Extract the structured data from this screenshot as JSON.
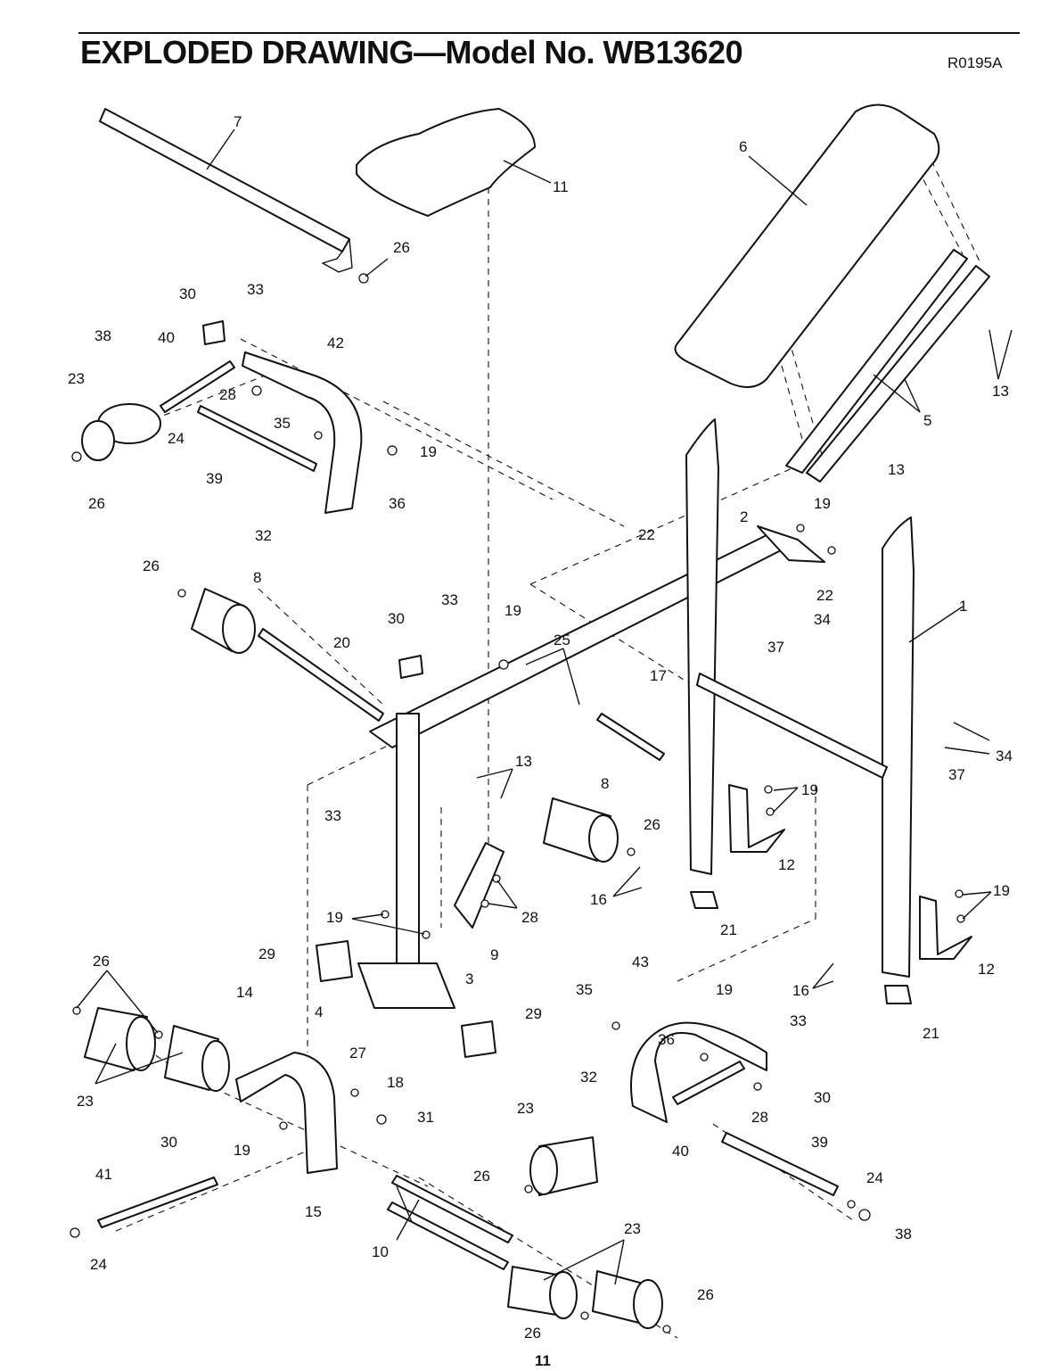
{
  "header": {
    "title": "EXPLODED DRAWING—Model No. WB13620",
    "drawing_code": "R0195A"
  },
  "footer": {
    "page_number": "11"
  },
  "callouts": [
    {
      "id": "c7",
      "text": "7"
    },
    {
      "id": "c11",
      "text": "11"
    },
    {
      "id": "c6",
      "text": "6"
    },
    {
      "id": "c26a",
      "text": "26"
    },
    {
      "id": "c30a",
      "text": "30"
    },
    {
      "id": "c33a",
      "text": "33"
    },
    {
      "id": "c38a",
      "text": "38"
    },
    {
      "id": "c40a",
      "text": "40"
    },
    {
      "id": "c42",
      "text": "42"
    },
    {
      "id": "c23a",
      "text": "23"
    },
    {
      "id": "c28a",
      "text": "28"
    },
    {
      "id": "c35a",
      "text": "35"
    },
    {
      "id": "c24a",
      "text": "24"
    },
    {
      "id": "c19a",
      "text": "19"
    },
    {
      "id": "c39a",
      "text": "39"
    },
    {
      "id": "c26b",
      "text": "26"
    },
    {
      "id": "c36a",
      "text": "36"
    },
    {
      "id": "c32a",
      "text": "32"
    },
    {
      "id": "c13a",
      "text": "13"
    },
    {
      "id": "c5",
      "text": "5"
    },
    {
      "id": "c13b",
      "text": "13"
    },
    {
      "id": "c19b",
      "text": "19"
    },
    {
      "id": "c2",
      "text": "2"
    },
    {
      "id": "c22a",
      "text": "22"
    },
    {
      "id": "c22b",
      "text": "22"
    },
    {
      "id": "c1",
      "text": "1"
    },
    {
      "id": "c34a",
      "text": "34"
    },
    {
      "id": "c37a",
      "text": "37"
    },
    {
      "id": "c26c",
      "text": "26"
    },
    {
      "id": "c8a",
      "text": "8"
    },
    {
      "id": "c33b",
      "text": "33"
    },
    {
      "id": "c30b",
      "text": "30"
    },
    {
      "id": "c19c",
      "text": "19"
    },
    {
      "id": "c20",
      "text": "20"
    },
    {
      "id": "c25",
      "text": "25"
    },
    {
      "id": "c17",
      "text": "17"
    },
    {
      "id": "c34b",
      "text": "34"
    },
    {
      "id": "c37b",
      "text": "37"
    },
    {
      "id": "c13c",
      "text": "13"
    },
    {
      "id": "c8b",
      "text": "8"
    },
    {
      "id": "c19d",
      "text": "19"
    },
    {
      "id": "c33c",
      "text": "33"
    },
    {
      "id": "c26d",
      "text": "26"
    },
    {
      "id": "c12a",
      "text": "12"
    },
    {
      "id": "c16a",
      "text": "16"
    },
    {
      "id": "c28b",
      "text": "28"
    },
    {
      "id": "c21a",
      "text": "21"
    },
    {
      "id": "c19e",
      "text": "19"
    },
    {
      "id": "c9",
      "text": "9"
    },
    {
      "id": "c19f",
      "text": "19"
    },
    {
      "id": "c12b",
      "text": "12"
    },
    {
      "id": "c29a",
      "text": "29"
    },
    {
      "id": "c26e",
      "text": "26"
    },
    {
      "id": "c3",
      "text": "3"
    },
    {
      "id": "c14",
      "text": "14"
    },
    {
      "id": "c4",
      "text": "4"
    },
    {
      "id": "c29b",
      "text": "29"
    },
    {
      "id": "c43",
      "text": "43"
    },
    {
      "id": "c35b",
      "text": "35"
    },
    {
      "id": "c19g",
      "text": "19"
    },
    {
      "id": "c16b",
      "text": "16"
    },
    {
      "id": "c33d",
      "text": "33"
    },
    {
      "id": "c21b",
      "text": "21"
    },
    {
      "id": "c23b",
      "text": "23"
    },
    {
      "id": "c27",
      "text": "27"
    },
    {
      "id": "c18",
      "text": "18"
    },
    {
      "id": "c36b",
      "text": "36"
    },
    {
      "id": "c32b",
      "text": "32"
    },
    {
      "id": "c30c",
      "text": "30"
    },
    {
      "id": "c28c",
      "text": "28"
    },
    {
      "id": "c30d",
      "text": "30"
    },
    {
      "id": "c19h",
      "text": "19"
    },
    {
      "id": "c31",
      "text": "31"
    },
    {
      "id": "c23c",
      "text": "23"
    },
    {
      "id": "c40b",
      "text": "40"
    },
    {
      "id": "c39b",
      "text": "39"
    },
    {
      "id": "c41",
      "text": "41"
    },
    {
      "id": "c15",
      "text": "15"
    },
    {
      "id": "c26f",
      "text": "26"
    },
    {
      "id": "c24b",
      "text": "24"
    },
    {
      "id": "c38b",
      "text": "38"
    },
    {
      "id": "c24c",
      "text": "24"
    },
    {
      "id": "c10",
      "text": "10"
    },
    {
      "id": "c23d",
      "text": "23"
    },
    {
      "id": "c26g",
      "text": "26"
    },
    {
      "id": "c26h",
      "text": "26"
    }
  ]
}
